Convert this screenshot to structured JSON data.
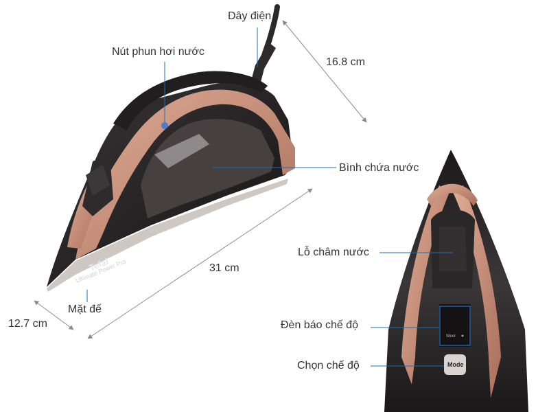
{
  "labels": {
    "cord": "Dây điện",
    "steam_button": "Nút phun hơi nước",
    "water_tank": "Bình chứa nước",
    "height": "16.8 cm",
    "length": "31 cm",
    "width": "12.7 cm",
    "soleplate": "Mặt đế",
    "fill_hole": "Lỗ châm nước",
    "mode_indicator": "Đèn báo chế độ",
    "mode_select": "Chọn chế độ"
  },
  "iron_text": {
    "brand": "Tefal",
    "model": "Ultimate Power Pro",
    "mode_button": "Mode",
    "wool": "Wool"
  },
  "colors": {
    "body": "#1f1d1e",
    "rose_gold": "#c98f78",
    "soleplate": "#cfc7c2",
    "callout_line": "#1a6fb5",
    "dimension_line": "#8a8a8a",
    "indicator_box": "#2a6fd0"
  }
}
